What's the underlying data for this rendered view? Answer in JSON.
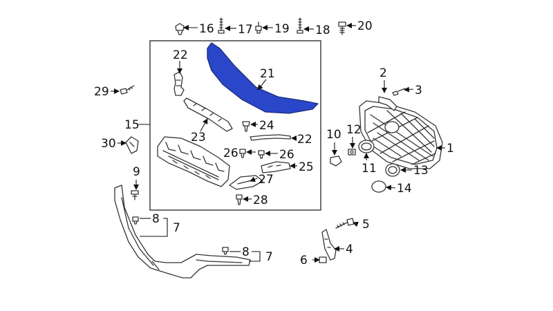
{
  "diagram": {
    "highlight_color": "#2b47c9",
    "callouts": {
      "c1": "1",
      "c2": "2",
      "c3": "3",
      "c4": "4",
      "c5": "5",
      "c6": "6",
      "c7a": "7",
      "c7b": "7",
      "c8a": "8",
      "c8b": "8",
      "c9": "9",
      "c10": "10",
      "c11": "11",
      "c12": "12",
      "c13": "13",
      "c14": "14",
      "c15": "15",
      "c16": "16",
      "c17": "17",
      "c18": "18",
      "c19": "19",
      "c20": "20",
      "c21": "21",
      "c22a": "22",
      "c22b": "22",
      "c23": "23",
      "c24": "24",
      "c25": "25",
      "c26a": "26",
      "c26b": "26",
      "c27": "27",
      "c28": "28",
      "c29": "29",
      "c30": "30"
    }
  }
}
